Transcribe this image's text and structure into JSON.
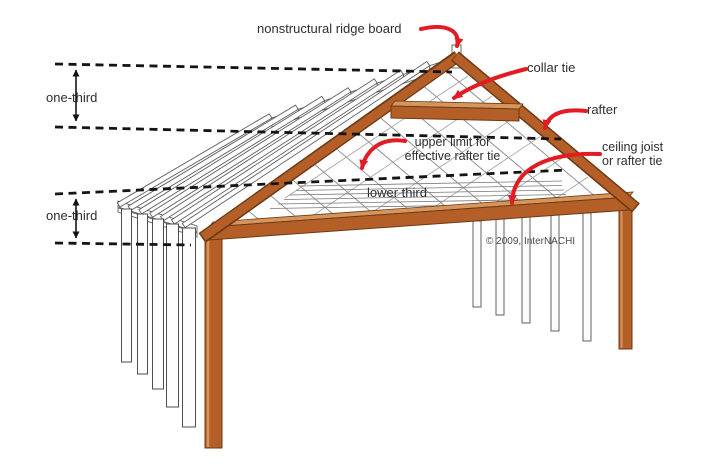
{
  "labels": {
    "ridge_board": "nonstructural ridge board",
    "collar_tie": "collar tie",
    "rafter": "rafter",
    "ceiling_joist_line1": "ceiling joist",
    "ceiling_joist_line2": "or rafter tie",
    "upper_limit_line1": "upper limit for",
    "upper_limit_line2": "effective rafter tie",
    "lower_third": "lower third",
    "one_third_top": "one-third",
    "one_third_bottom": "one-third",
    "copyright": "© 2009, InterNACHI"
  },
  "colors": {
    "background": "#ffffff",
    "wood": "#b45f27",
    "wood-light": "#d6955c",
    "wood-dark": "#6e3a14",
    "arrow-red": "#e31b23",
    "line-black": "#141414",
    "structure-gray": "#666666"
  }
}
